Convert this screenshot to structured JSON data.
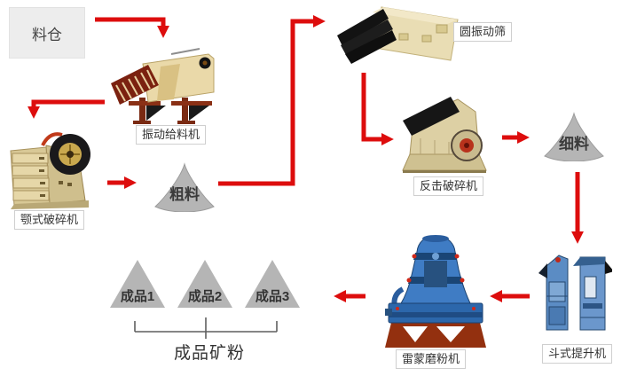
{
  "diagram": {
    "type": "process-flow",
    "description_lang": "zh-CN",
    "nodes": {
      "silo": {
        "label": "料仓"
      },
      "vibrating_feeder": {
        "label": "振动给料机"
      },
      "jaw_crusher": {
        "label": "颚式破碎机"
      },
      "coarse_material": {
        "label": "粗料"
      },
      "circular_vibrating_screen": {
        "label": "圆振动筛"
      },
      "impact_crusher": {
        "label": "反击破碎机"
      },
      "fine_material": {
        "label": "细料"
      },
      "bucket_elevator": {
        "label": "斗式提升机"
      },
      "raymond_mill": {
        "label": "雷蒙磨粉机"
      },
      "product_1": {
        "label": "成品1"
      },
      "product_2": {
        "label": "成品2"
      },
      "product_3": {
        "label": "成品3"
      },
      "final_product": {
        "label": "成品矿粉"
      }
    },
    "edges": [
      {
        "from": "silo",
        "to": "vibrating_feeder"
      },
      {
        "from": "vibrating_feeder",
        "to": "jaw_crusher"
      },
      {
        "from": "jaw_crusher",
        "to": "coarse_material"
      },
      {
        "from": "coarse_material",
        "to": "circular_vibrating_screen"
      },
      {
        "from": "circular_vibrating_screen",
        "to": "impact_crusher"
      },
      {
        "from": "impact_crusher",
        "to": "fine_material"
      },
      {
        "from": "fine_material",
        "to": "bucket_elevator"
      },
      {
        "from": "bucket_elevator",
        "to": "raymond_mill"
      },
      {
        "from": "raymond_mill",
        "to": "final_product"
      }
    ],
    "colors": {
      "arrow_red": "#dd0d0d",
      "cone_gray": "#b5b5b5",
      "machine_cream": "#e9dcae",
      "machine_dark_red": "#7b2110",
      "machine_blue": "#3f7cc4",
      "silo_bg": "#ededed",
      "label_border": "#cfcfcf",
      "text": "#333333"
    }
  }
}
